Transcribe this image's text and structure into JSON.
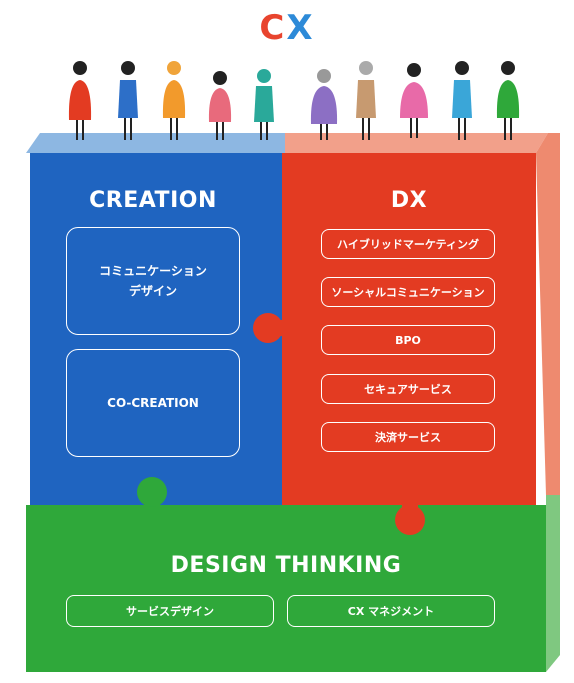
{
  "logo": {
    "c": "C",
    "x": "X"
  },
  "creation": {
    "title": "CREATION",
    "boxes": [
      "コミュニケーション\nデザイン",
      "CO-CREATION"
    ]
  },
  "dx": {
    "title": "DX",
    "items": [
      "ハイブリッドマーケティング",
      "ソーシャルコミュニケーション",
      "BPO",
      "セキュアサービス",
      "決済サービス"
    ]
  },
  "design_thinking": {
    "title": "DESIGN THINKING",
    "items": [
      "サービスデザイン",
      "CX マネジメント"
    ]
  },
  "colors": {
    "blue": "#1f64c0",
    "red": "#e33b22",
    "green": "#2fa83a",
    "side_red": "#ee8a6f",
    "side_green": "#7fc880",
    "top_blue": "#8db7e2",
    "top_red": "#f2a08a"
  }
}
